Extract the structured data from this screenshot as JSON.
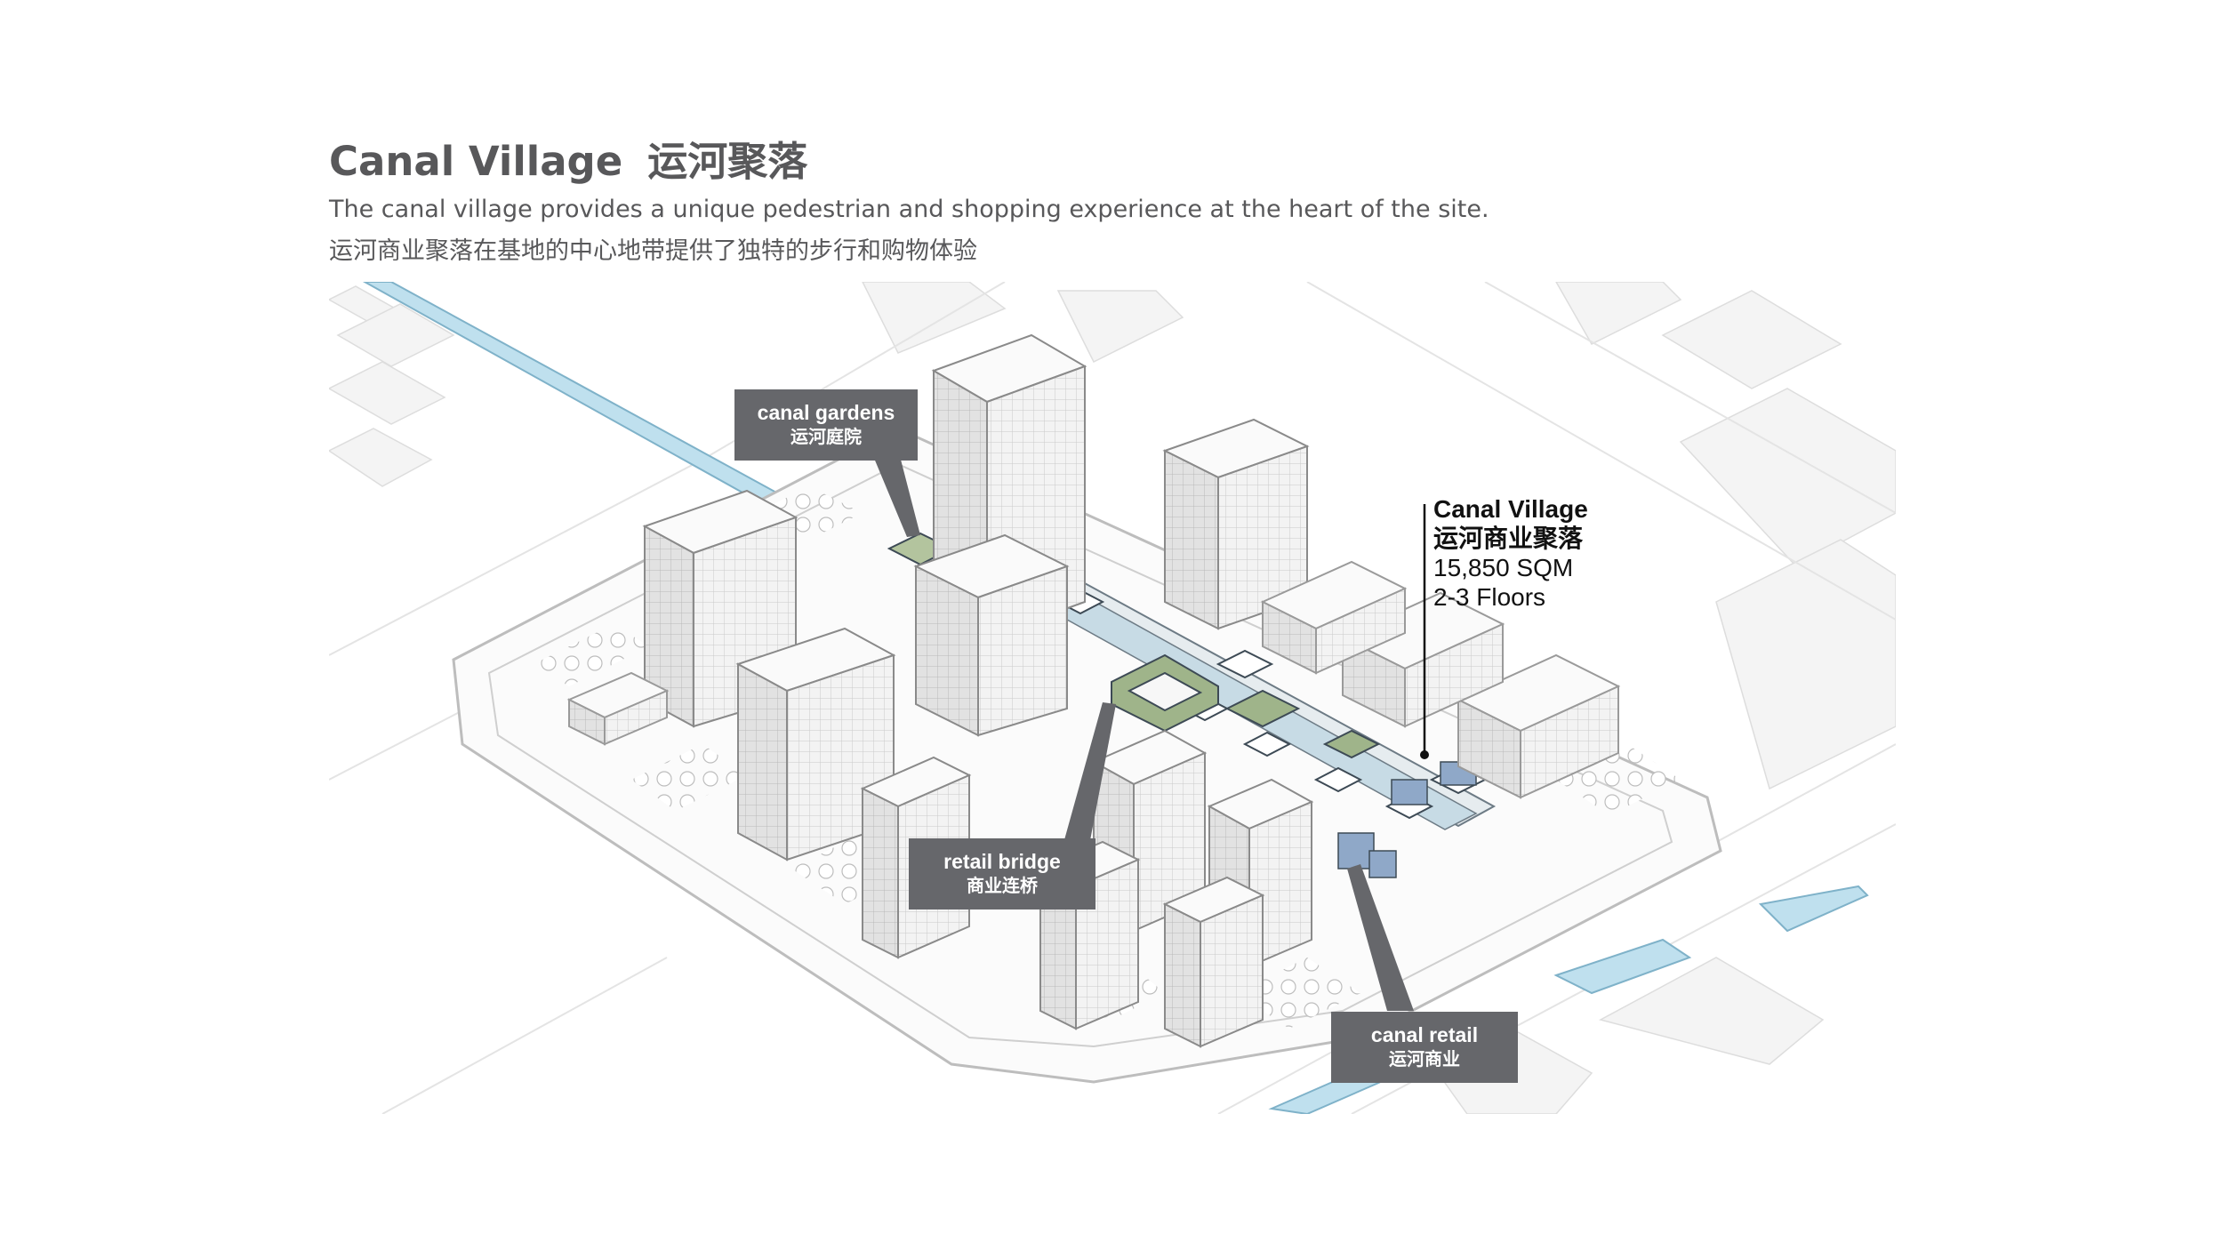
{
  "header": {
    "title_en": "Canal Village",
    "title_zh": "运河聚落",
    "description_en": "The canal village provides a unique pedestrian and shopping experience at the heart of the site.",
    "description_zh": "运河商业聚落在基地的中心地带提供了独特的步行和购物体验"
  },
  "callouts": {
    "canal_gardens": {
      "en": "canal gardens",
      "zh": "运河庭院"
    },
    "retail_bridge": {
      "en": "retail bridge",
      "zh": "商业连桥"
    },
    "canal_retail": {
      "en": "canal retail",
      "zh": "运河商业"
    }
  },
  "stats": {
    "name_en": "Canal Village",
    "name_zh": "运河商业聚落",
    "area": "15,850 SQM",
    "floors": "2-3 Floors"
  },
  "colors": {
    "text_gray": "#58585a",
    "callout_bg": "#66676b",
    "water": "#bfe0ee",
    "water_stroke": "#7fb2c9",
    "green_roof": "#9fb48a",
    "building": "#f2f2f2"
  }
}
